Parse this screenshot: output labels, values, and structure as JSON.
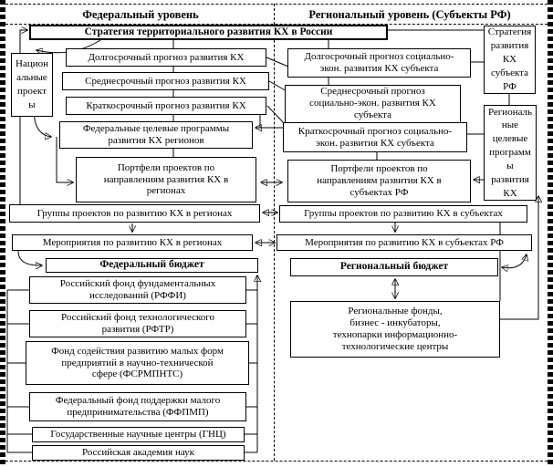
{
  "header": {
    "federal": "Федеральный уровень",
    "regional": "Региональный уровень (Субъекты РФ)"
  },
  "federal": {
    "strategy": "Стратегия территориального развития КХ в России",
    "national_projects": "Национ\nальные\nпроект\nы",
    "long_forecast": "Долгосрочный прогноз развития КХ",
    "mid_forecast": "Среднесрочный прогноз развития КХ",
    "short_forecast": "Краткосрочный прогноз развития КХ",
    "target_programs": "Федеральные целевые программы\nразвития КХ регионов",
    "portfolios": "Портфели проектов по\nнаправлениям развития КХ в\nрегионах",
    "project_groups": "Группы проектов по развитию КХ в регионах",
    "activities": "Мероприятия по развитию КХ в регионах",
    "budget": "Федеральный бюджет",
    "funds": [
      "Российский фонд фундаментальных\nисследований (РФФИ)",
      "Российский фонд технологического\nразвития (РФТР)",
      "Фонд содействия развитию малых форм\nпредприятий в научно-технической\nсфере (ФСРМПНТС)",
      "Федеральный фонд поддержки малого\nпредпринимательства (ФФПМП)",
      "Государственные научные центры (ГНЦ)",
      "Российская академия наук"
    ]
  },
  "regional": {
    "strategy_subject": "Стратегия\nразвития\nКХ\nсубъекта\nРФ",
    "long_forecast": "Долгосрочный прогноз социально-\nэкон. развития КХ субъекта",
    "mid_forecast": "Среднесрочный прогноз\nсоциально-экон. развития КХ\nсубъекта",
    "short_forecast": "Краткосрочный прогноз социально-\nэкон. развития КХ субъекта",
    "target_programs": "Региональ\nные\nцелевые\nпрограмм\nы\nразвития\nКХ",
    "portfolios": "Портфели проектов по\nнаправлениям развития КХ в\nсубъектах РФ",
    "project_groups": "Группы проектов по развитию КХ в субъектах",
    "activities": "Мероприятия по развитию КХ в субъектах РФ",
    "budget": "Региональный бюджет",
    "infrastructure": "Региональные фонды,\nбизнес - инкубаторы,\nтехнопарки информационно-\nтехнологические центры"
  }
}
